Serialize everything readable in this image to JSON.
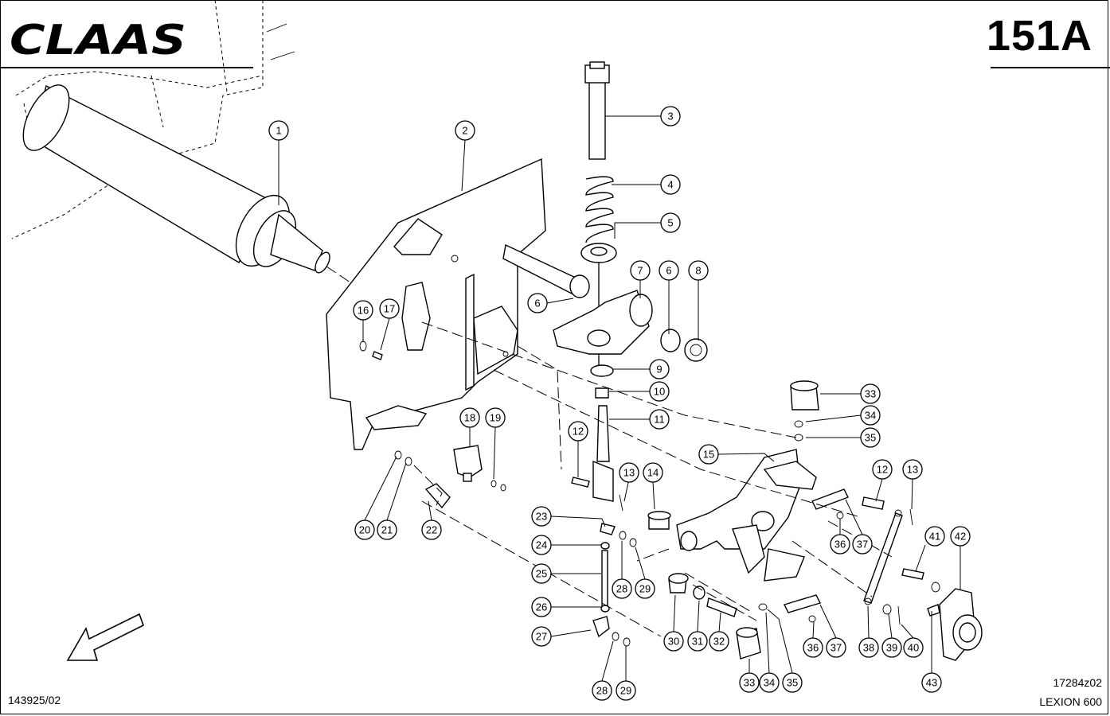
{
  "header": {
    "brand": "CLAAS",
    "page_code": "151A"
  },
  "footer": {
    "doc_number": "143925/02",
    "drawing_id": "17284z02",
    "model": "LEXION 600"
  },
  "callouts": [
    {
      "id": "c1",
      "label": "1"
    },
    {
      "id": "c2",
      "label": "2"
    },
    {
      "id": "c3",
      "label": "3"
    },
    {
      "id": "c4",
      "label": "4"
    },
    {
      "id": "c5",
      "label": "5"
    },
    {
      "id": "c6a",
      "label": "6"
    },
    {
      "id": "c7",
      "label": "7"
    },
    {
      "id": "c6b",
      "label": "6"
    },
    {
      "id": "c8",
      "label": "8"
    },
    {
      "id": "c9",
      "label": "9"
    },
    {
      "id": "c10",
      "label": "10"
    },
    {
      "id": "c11",
      "label": "11"
    },
    {
      "id": "c12a",
      "label": "12"
    },
    {
      "id": "c13a",
      "label": "13"
    },
    {
      "id": "c14",
      "label": "14"
    },
    {
      "id": "c15",
      "label": "15"
    },
    {
      "id": "c16",
      "label": "16"
    },
    {
      "id": "c17",
      "label": "17"
    },
    {
      "id": "c18",
      "label": "18"
    },
    {
      "id": "c19",
      "label": "19"
    },
    {
      "id": "c20",
      "label": "20"
    },
    {
      "id": "c21",
      "label": "21"
    },
    {
      "id": "c22",
      "label": "22"
    },
    {
      "id": "c23",
      "label": "23"
    },
    {
      "id": "c24",
      "label": "24"
    },
    {
      "id": "c25",
      "label": "25"
    },
    {
      "id": "c26",
      "label": "26"
    },
    {
      "id": "c27",
      "label": "27"
    },
    {
      "id": "c28a",
      "label": "28"
    },
    {
      "id": "c29a",
      "label": "29"
    },
    {
      "id": "c28b",
      "label": "28"
    },
    {
      "id": "c29b",
      "label": "29"
    },
    {
      "id": "c30",
      "label": "30"
    },
    {
      "id": "c31",
      "label": "31"
    },
    {
      "id": "c32",
      "label": "32"
    },
    {
      "id": "c33a",
      "label": "33"
    },
    {
      "id": "c34a",
      "label": "34"
    },
    {
      "id": "c35a",
      "label": "35"
    },
    {
      "id": "c33b",
      "label": "33"
    },
    {
      "id": "c34b",
      "label": "34"
    },
    {
      "id": "c35b",
      "label": "35"
    },
    {
      "id": "c36a",
      "label": "36"
    },
    {
      "id": "c37a",
      "label": "37"
    },
    {
      "id": "c36b",
      "label": "36"
    },
    {
      "id": "c37b",
      "label": "37"
    },
    {
      "id": "c12b",
      "label": "12"
    },
    {
      "id": "c13b",
      "label": "13"
    },
    {
      "id": "c38",
      "label": "38"
    },
    {
      "id": "c39",
      "label": "39"
    },
    {
      "id": "c40",
      "label": "40"
    },
    {
      "id": "c41",
      "label": "41"
    },
    {
      "id": "c42",
      "label": "42"
    },
    {
      "id": "c43",
      "label": "43"
    }
  ]
}
